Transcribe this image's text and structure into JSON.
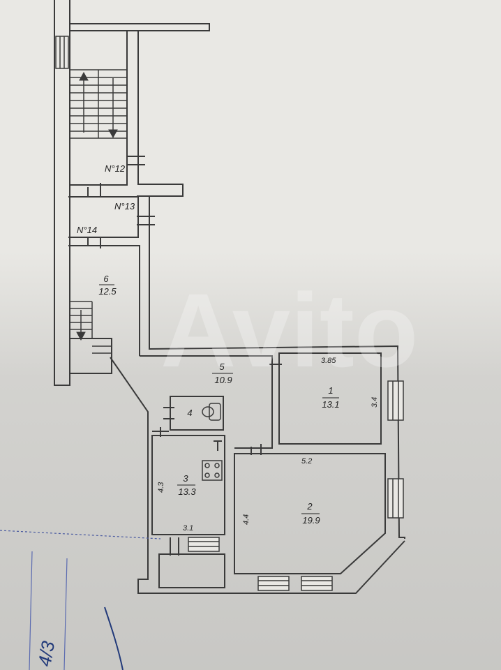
{
  "plan": {
    "rooms": [
      {
        "id": "1",
        "area": "13.1"
      },
      {
        "id": "2",
        "area": "19.9"
      },
      {
        "id": "3",
        "area": "13.3"
      },
      {
        "id": "4",
        "area": ""
      },
      {
        "id": "5",
        "area": "10.9"
      },
      {
        "id": "6",
        "area": "12.5"
      }
    ],
    "stair_labels": [
      "N°12",
      "N°13",
      "N°14"
    ],
    "dimensions": [
      "3.85",
      "3.4",
      "5.2",
      "4.4",
      "4.3",
      "3.1"
    ],
    "watermark": "Avito",
    "handwriting": "4/3",
    "colors": {
      "wall": "#3a3a3a",
      "paper": "#e9e8e4",
      "ink": "#223a7a"
    }
  }
}
